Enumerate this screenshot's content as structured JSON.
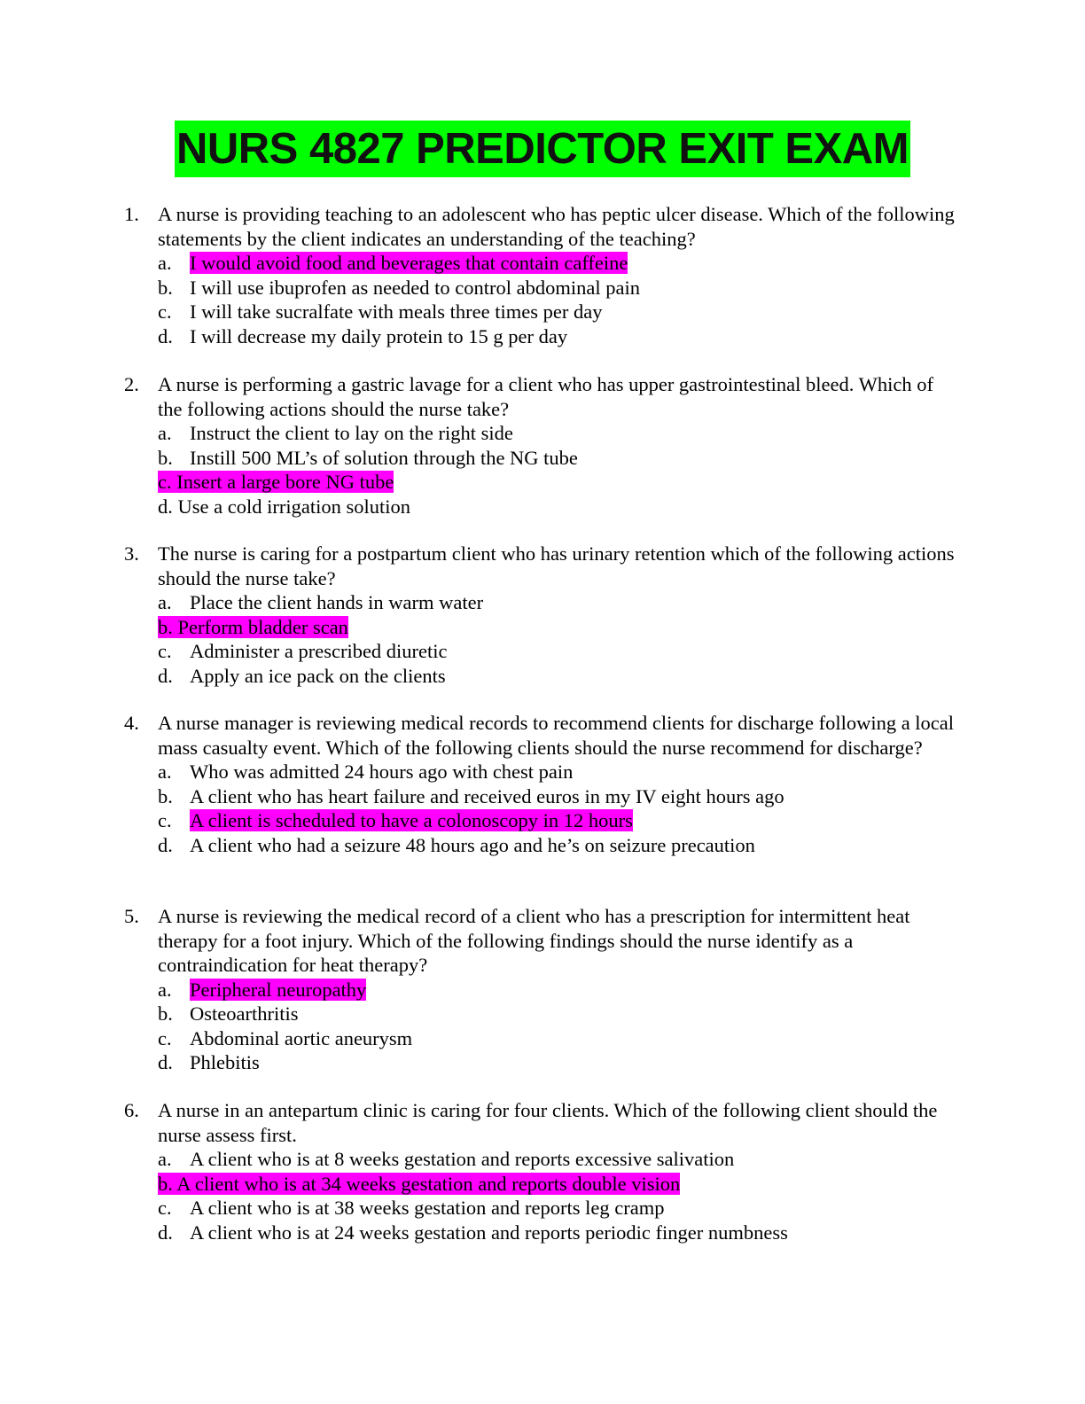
{
  "title": "NURS 4827 PREDICTOR EXIT EXAM",
  "highlight_colors": {
    "title": "#00ff00",
    "answer": "#ff00ff"
  },
  "questions": [
    {
      "number": "1.",
      "text": "A nurse is providing teaching to an adolescent who has peptic ulcer disease. Which of the following statements by the client indicates an understanding of the teaching?",
      "options": [
        {
          "letter": "a.",
          "text": "I would avoid food and beverages that contain caffeine"
        },
        {
          "letter": "b.",
          "text": "I will use ibuprofen as needed to control abdominal pain"
        },
        {
          "letter": "c.",
          "text": "I will take sucralfate with meals three times per day"
        },
        {
          "letter": "d.",
          "text": "I will decrease my daily protein to 15 g per day"
        }
      ]
    },
    {
      "number": "2.",
      "text": "A nurse is performing a gastric lavage for a client who has upper gastrointestinal bleed. Which of the following actions should the nurse take?",
      "options": [
        {
          "letter": "a.",
          "text": "Instruct the client to lay on the right side"
        },
        {
          "letter": "b.",
          "text": "Instill 500 ML’s of solution through the NG tube"
        },
        {
          "letter": "",
          "text": "c. Insert a large bore NG tube"
        },
        {
          "letter": "",
          "text": "d.  Use a cold irrigation solution"
        }
      ]
    },
    {
      "number": "3.",
      "text": "The nurse is caring for a postpartum client who has urinary retention which of the following actions should the nurse take?",
      "options": [
        {
          "letter": "a.",
          "text": "Place the client hands in warm water"
        },
        {
          "letter": "",
          "text": "b.  Perform bladder scan"
        },
        {
          "letter": "c.",
          "text": "Administer a prescribed diuretic"
        },
        {
          "letter": "d.",
          "text": "Apply an ice pack on the clients"
        }
      ]
    },
    {
      "number": "4.",
      "text": "A nurse manager is reviewing medical records to recommend clients for discharge following a local mass casualty event. Which of the following clients should the nurse recommend for discharge?",
      "options": [
        {
          "letter": "a.",
          "text": "Who was admitted 24 hours ago with chest pain"
        },
        {
          "letter": "b.",
          "text": "A client who has heart failure and received euros in my IV eight hours ago"
        },
        {
          "letter": "c.",
          "text": "A client is scheduled to have a colonoscopy in 12 hours"
        },
        {
          "letter": "d.",
          "text": "A client who had a seizure 48 hours ago and he’s on seizure precaution"
        }
      ]
    },
    {
      "number": "5.",
      "text": "A nurse is reviewing the medical record of a client who has a prescription for intermittent heat therapy for a foot injury. Which of the following findings should the nurse identify as a contraindication for heat therapy?",
      "options": [
        {
          "letter": "a.",
          "text": "Peripheral neuropathy"
        },
        {
          "letter": "b.",
          "text": "Osteoarthritis"
        },
        {
          "letter": "c.",
          "text": "Abdominal aortic aneurysm"
        },
        {
          "letter": "d.",
          "text": "Phlebitis"
        }
      ]
    },
    {
      "number": "6.",
      "text": "A nurse in an antepartum clinic is caring for four clients. Which of the following client should the nurse assess first.",
      "options": [
        {
          "letter": "a.",
          "text": "A client who is at 8 weeks gestation and reports excessive salivation"
        },
        {
          "letter": "",
          "text": "b.  A client who is at 34 weeks gestation and reports double vision"
        },
        {
          "letter": "c.",
          "text": "A client who is at 38 weeks gestation and reports leg cramp"
        },
        {
          "letter": "d.",
          "text": "A client who is at 24 weeks gestation and reports periodic finger numbness"
        }
      ]
    }
  ]
}
